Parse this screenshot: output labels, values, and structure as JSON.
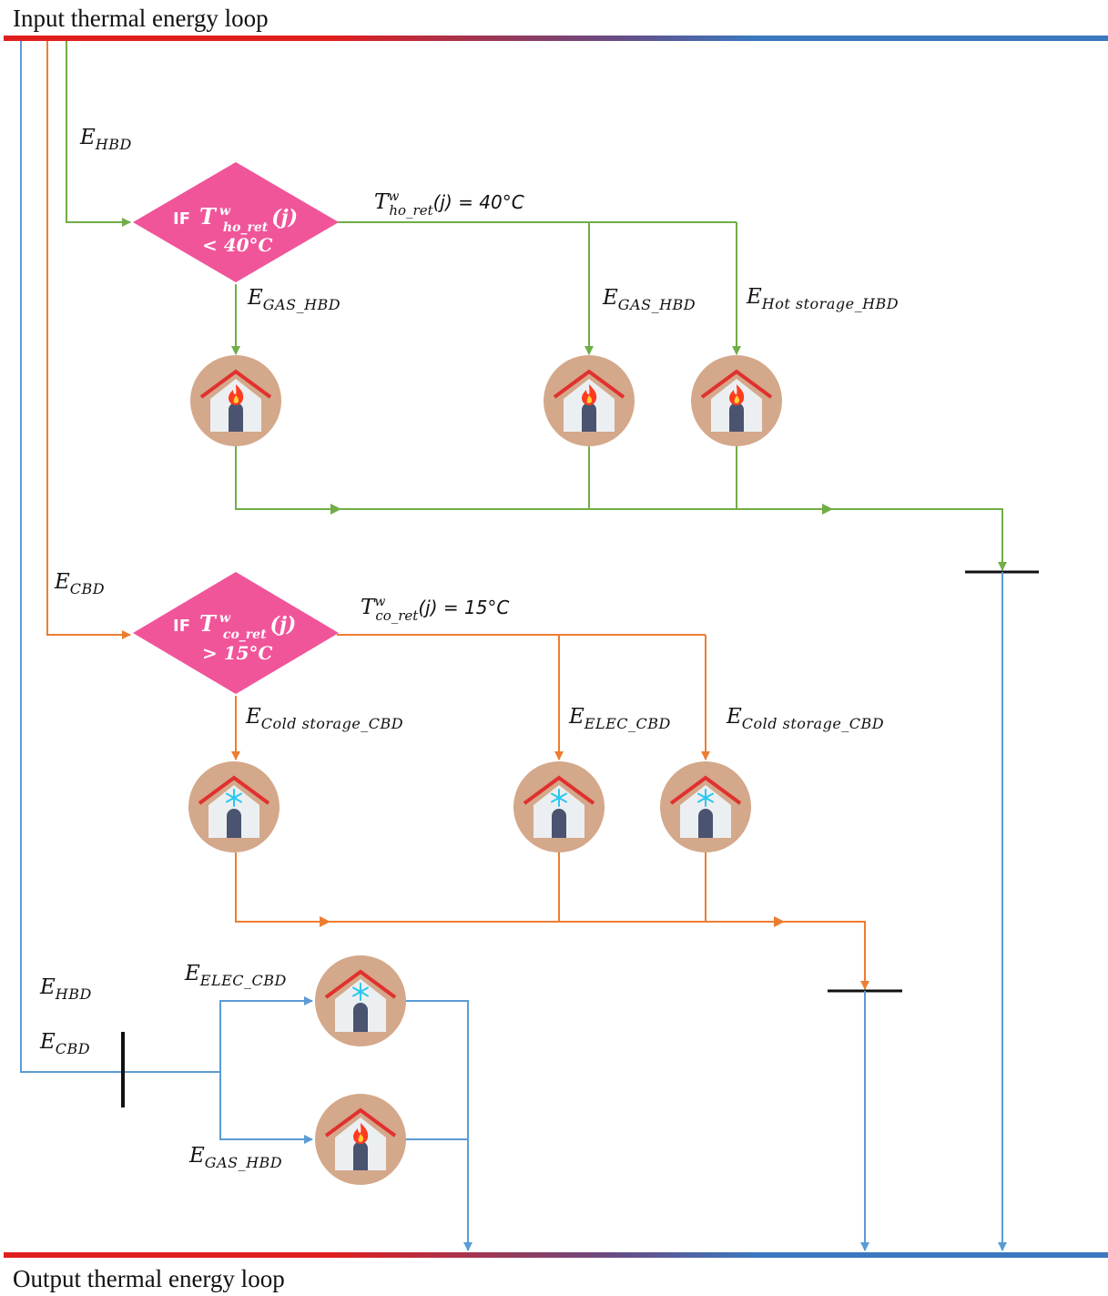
{
  "loops": {
    "input_label": "Input thermal energy loop",
    "output_label": "Output thermal energy loop"
  },
  "colors": {
    "loop_red": "#e01e1e",
    "loop_blue": "#3b78c0",
    "hot_line": "#70ad47",
    "cold_line": "#ed7d31",
    "bypass_line": "#5b9bd5",
    "decision_fill": "#f0559a",
    "building_circle": "#d4a88a",
    "roof_red": "#e0312f",
    "door": "#4a5470",
    "flame": "#ff3b1f",
    "snow": "#29c8f0"
  },
  "hot_branch": {
    "inflow": {
      "sym": "E",
      "sub": "HBD"
    },
    "decision": {
      "prefix": "IF",
      "T": "T",
      "sup": "w",
      "sub": "ho_ret",
      "arg": "(j)",
      "rel": "< 40°C"
    },
    "note": {
      "T": "T",
      "sup": "w",
      "sub": "ho_ret",
      "rest": "(j) = 40°C"
    },
    "flows": [
      {
        "sym": "E",
        "sub": "GAS_HBD"
      },
      {
        "sym": "E",
        "sub": "GAS_HBD"
      },
      {
        "sym": "E",
        "sub": "Hot storage_HBD"
      }
    ],
    "buildings": [
      "flame-icon",
      "flame-icon",
      "flame-icon"
    ]
  },
  "cold_branch": {
    "inflow": {
      "sym": "E",
      "sub": "CBD"
    },
    "decision": {
      "prefix": "IF",
      "T": "T",
      "sup": "w",
      "sub": "co_ret",
      "arg": "(j)",
      "rel": "> 15°C"
    },
    "note": {
      "T": "T",
      "sup": "w",
      "sub": "co_ret",
      "rest": "(j) = 15°C"
    },
    "flows": [
      {
        "sym": "E",
        "sub": "Cold storage_CBD"
      },
      {
        "sym": "E",
        "sub": "ELEC_CBD"
      },
      {
        "sym": "E",
        "sub": "Cold storage_CBD"
      }
    ],
    "buildings": [
      "snowflake-icon",
      "snowflake-icon",
      "snowflake-icon"
    ]
  },
  "bypass_branch": {
    "inflows": [
      {
        "sym": "E",
        "sub": "HBD"
      },
      {
        "sym": "E",
        "sub": "CBD"
      }
    ],
    "flows": [
      {
        "sym": "E",
        "sub": "ELEC_CBD"
      },
      {
        "sym": "E",
        "sub": "GAS_HBD"
      }
    ],
    "buildings": [
      "snowflake-icon",
      "flame-icon"
    ]
  }
}
